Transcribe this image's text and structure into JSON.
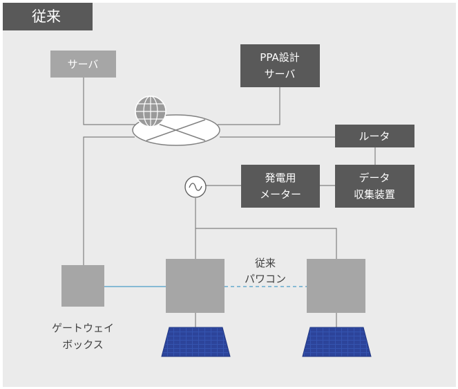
{
  "heading": "従来",
  "nodes": {
    "server": "サーバ",
    "ppa_server": [
      "PPA設計",
      "サーバ"
    ],
    "router": "ルータ",
    "meter": [
      "発電用",
      "メーター"
    ],
    "data_collector": [
      "データ",
      "収集装置"
    ],
    "pcs_label": [
      "従来",
      "パワコン"
    ],
    "gateway_label": [
      "ゲートウェイ",
      "ボックス"
    ]
  },
  "colors": {
    "panel_background": "#ebebeb",
    "dark_box": "#595959",
    "light_box": "#a6a6a6",
    "line": "#808080",
    "comm_line": "#4a9cc7",
    "solar_panel": "#2e4a9e"
  },
  "icons": [
    "globe-icon",
    "ac-symbol-icon",
    "solar-panel-icon"
  ]
}
